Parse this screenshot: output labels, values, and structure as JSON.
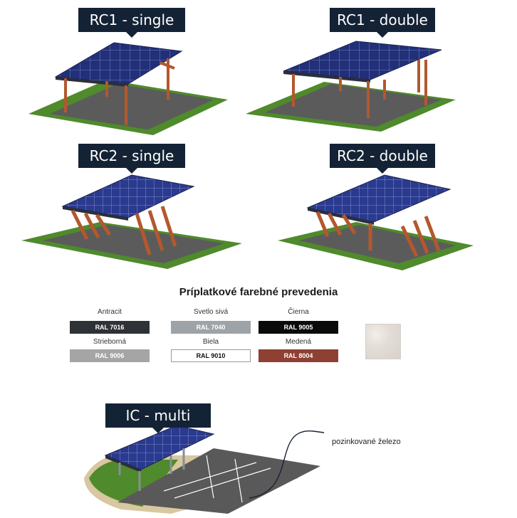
{
  "labels": {
    "rc1_single": "RC1 - single",
    "rc1_double": "RC1 - double",
    "rc2_single": "RC2 - single",
    "rc2_double": "RC2 - double",
    "ic_multi": "IC - multi"
  },
  "colors_title": "Príplatkové farebné prevedenia",
  "swatches": [
    {
      "name": "Antracit",
      "code": "RAL 7016",
      "color": "#2e3236",
      "text_color": "#ffffff"
    },
    {
      "name": "Svetlo sivá",
      "code": "RAL 7040",
      "color": "#9da3a6",
      "text_color": "#ffffff"
    },
    {
      "name": "Čierna",
      "code": "RAL 9005",
      "color": "#0a0a0a",
      "text_color": "#ffffff"
    },
    {
      "name": "Strieborná",
      "code": "RAL 9006",
      "color": "#a5a5a5",
      "text_color": "#ffffff"
    },
    {
      "name": "Biela",
      "code": "RAL 9010",
      "color": "#ffffff",
      "text_color": "#111111"
    },
    {
      "name": "Medená",
      "code": "RAL 8004",
      "color": "#8e4032",
      "text_color": "#ffffff"
    }
  ],
  "texture_note": "pozinkované železo"
}
